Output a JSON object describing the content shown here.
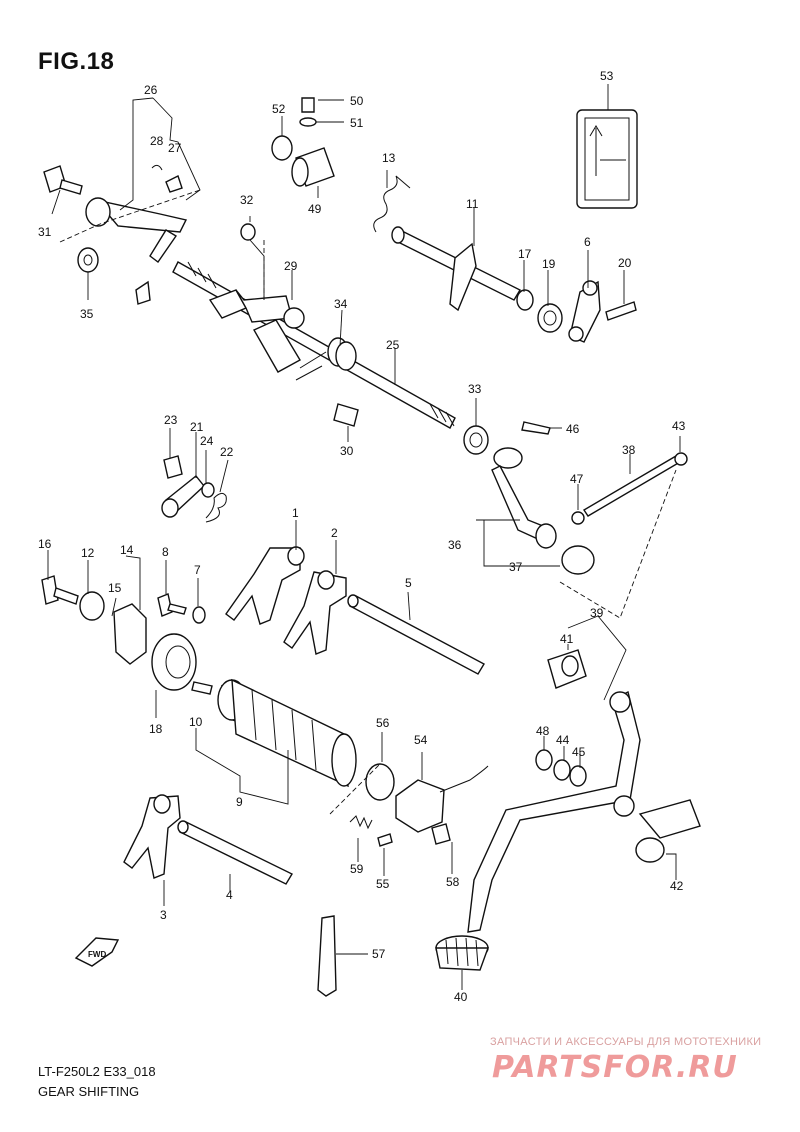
{
  "figure": {
    "title": "FIG.18",
    "model_code": "LT-F250L2 E33_018",
    "section": "GEAR SHIFTING"
  },
  "watermark": {
    "caption": "ЗАПЧАСТИ И АКСЕССУАРЫ ДЛЯ МОТОТЕХНИКИ",
    "logo": "PARTSFOR.RU",
    "color": "#ef9b9b"
  },
  "fwd_arrow": {
    "text": "FWD"
  },
  "callouts": [
    {
      "num": "1"
    },
    {
      "num": "2"
    },
    {
      "num": "3"
    },
    {
      "num": "4"
    },
    {
      "num": "5"
    },
    {
      "num": "6"
    },
    {
      "num": "7"
    },
    {
      "num": "8"
    },
    {
      "num": "9"
    },
    {
      "num": "10"
    },
    {
      "num": "11"
    },
    {
      "num": "12"
    },
    {
      "num": "13"
    },
    {
      "num": "14"
    },
    {
      "num": "15"
    },
    {
      "num": "16"
    },
    {
      "num": "17"
    },
    {
      "num": "18"
    },
    {
      "num": "19"
    },
    {
      "num": "20"
    },
    {
      "num": "21"
    },
    {
      "num": "22"
    },
    {
      "num": "23"
    },
    {
      "num": "24"
    },
    {
      "num": "25"
    },
    {
      "num": "26"
    },
    {
      "num": "27"
    },
    {
      "num": "28"
    },
    {
      "num": "29"
    },
    {
      "num": "30"
    },
    {
      "num": "31"
    },
    {
      "num": "32"
    },
    {
      "num": "33"
    },
    {
      "num": "34"
    },
    {
      "num": "35"
    },
    {
      "num": "36"
    },
    {
      "num": "37"
    },
    {
      "num": "38"
    },
    {
      "num": "39"
    },
    {
      "num": "40"
    },
    {
      "num": "41"
    },
    {
      "num": "42"
    },
    {
      "num": "43"
    },
    {
      "num": "44"
    },
    {
      "num": "45"
    },
    {
      "num": "46"
    },
    {
      "num": "47"
    },
    {
      "num": "48"
    },
    {
      "num": "49"
    },
    {
      "num": "50"
    },
    {
      "num": "51"
    },
    {
      "num": "52"
    },
    {
      "num": "53"
    },
    {
      "num": "54"
    },
    {
      "num": "55"
    },
    {
      "num": "56"
    },
    {
      "num": "57"
    },
    {
      "num": "58"
    },
    {
      "num": "59"
    }
  ]
}
